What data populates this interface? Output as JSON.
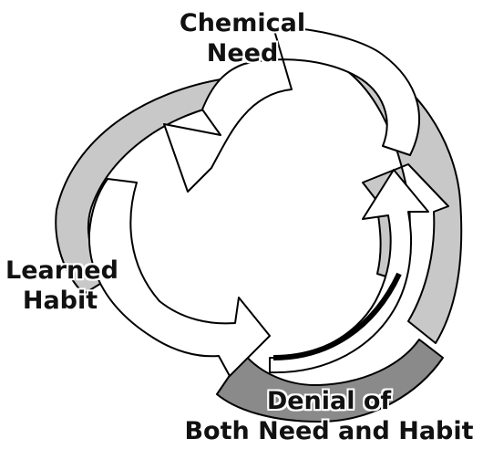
{
  "labels": {
    "chemical_need": {
      "line1": "Chemical",
      "line2": "Need"
    },
    "learned_habit": {
      "line1": "Learned",
      "line2": "Habit"
    },
    "denial": {
      "line1": "Denial of",
      "line2": "Both Need and Habit"
    }
  },
  "colors": {
    "outline": "#000000",
    "light_arrow": "#c8c8c8",
    "dark_arrow": "#8a8a8a",
    "white_arrow": "#ffffff",
    "background": "#ffffff"
  }
}
